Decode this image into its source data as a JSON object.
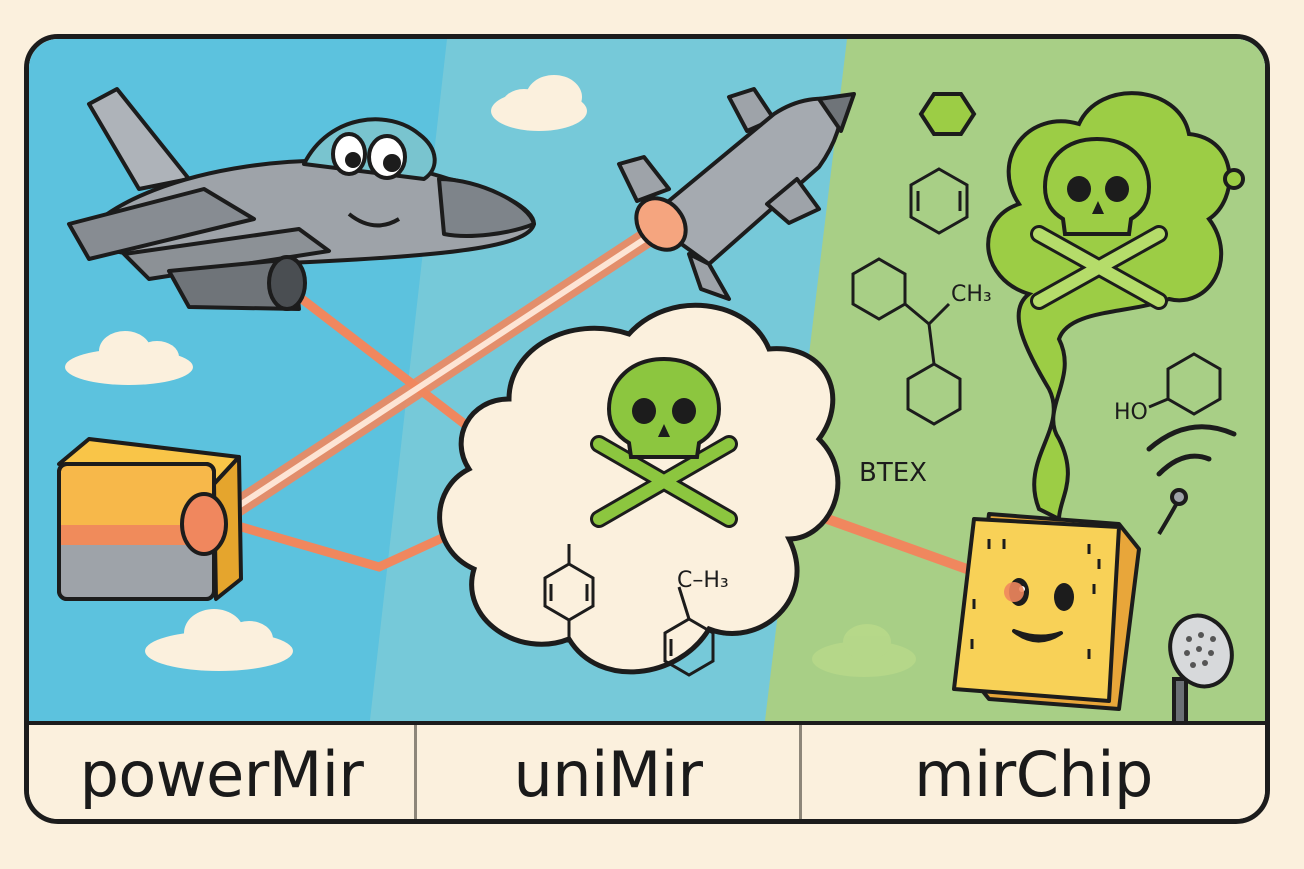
{
  "panels": [
    {
      "label": "powerMir"
    },
    {
      "label": "uniMir"
    },
    {
      "label": "mirChip"
    }
  ],
  "chemistry": {
    "ch3_formula": "CH₃",
    "c_h3_formula": "C–H₃",
    "ho_group": "HO",
    "btex": "BTEX"
  },
  "colors": {
    "sky": "#5cc2de",
    "green_bg": "#a8cf86",
    "laser": "#f0875e",
    "toxic_green": "#8cc63f",
    "outline": "#1c1c1c",
    "cream": "#fbf0dd"
  },
  "icons": [
    "jet-icon",
    "missile-icon",
    "laser-box-icon",
    "skull-crossbones-icon",
    "chip-character-icon",
    "microphone-icon",
    "wifi-signal-icon"
  ]
}
